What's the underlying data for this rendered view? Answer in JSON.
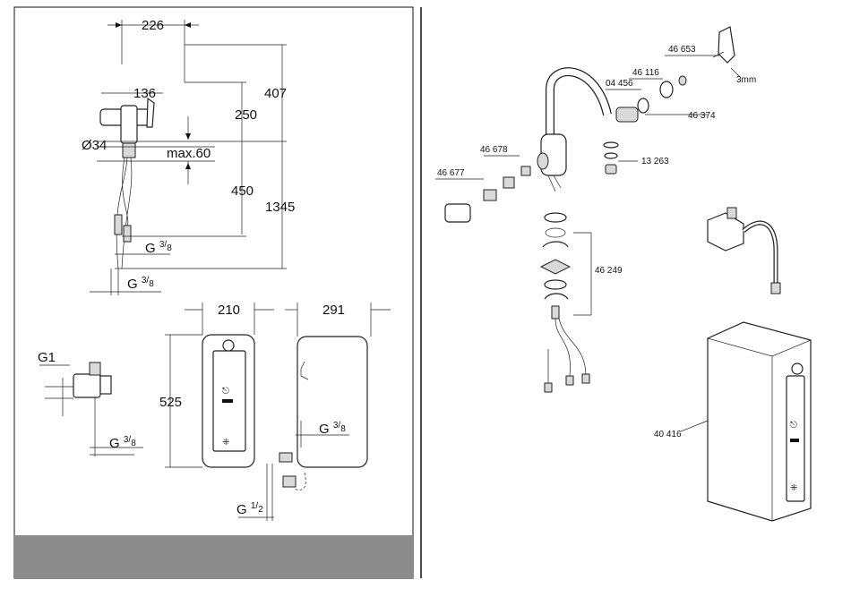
{
  "left_panel": {
    "dimensions": {
      "spout_reach": "226",
      "body_width": "136",
      "spout_height": "407",
      "upper_height": "250",
      "hole_diameter": "Ø34",
      "max_thickness": "max.60",
      "lower_height": "450",
      "total_height": "1345",
      "tank_width": "210",
      "tank_depth": "291",
      "tank_height": "525"
    },
    "threads": {
      "g38_hose": {
        "base": "G",
        "num": "3",
        "den": "8"
      },
      "g38_bottom": {
        "base": "G",
        "num": "3",
        "den": "8"
      },
      "g1": {
        "base": "G1"
      },
      "g38_valve": {
        "base": "G",
        "num": "3",
        "den": "8"
      },
      "g38_tank": {
        "base": "G",
        "num": "3",
        "den": "8"
      },
      "g12": {
        "base": "G",
        "num": "1",
        "den": "2"
      }
    },
    "footer_bar_color": "#8c8c8c"
  },
  "right_panel": {
    "part_numbers": {
      "p46653": "46 653",
      "p46116": "46 116",
      "p04456": "04 456",
      "p46374": "46 374",
      "p46678": "46 678",
      "p46677": "46 677",
      "p13263": "13 263",
      "p46249": "46 249",
      "p40416": "40 416"
    },
    "tool_label": "3mm"
  }
}
